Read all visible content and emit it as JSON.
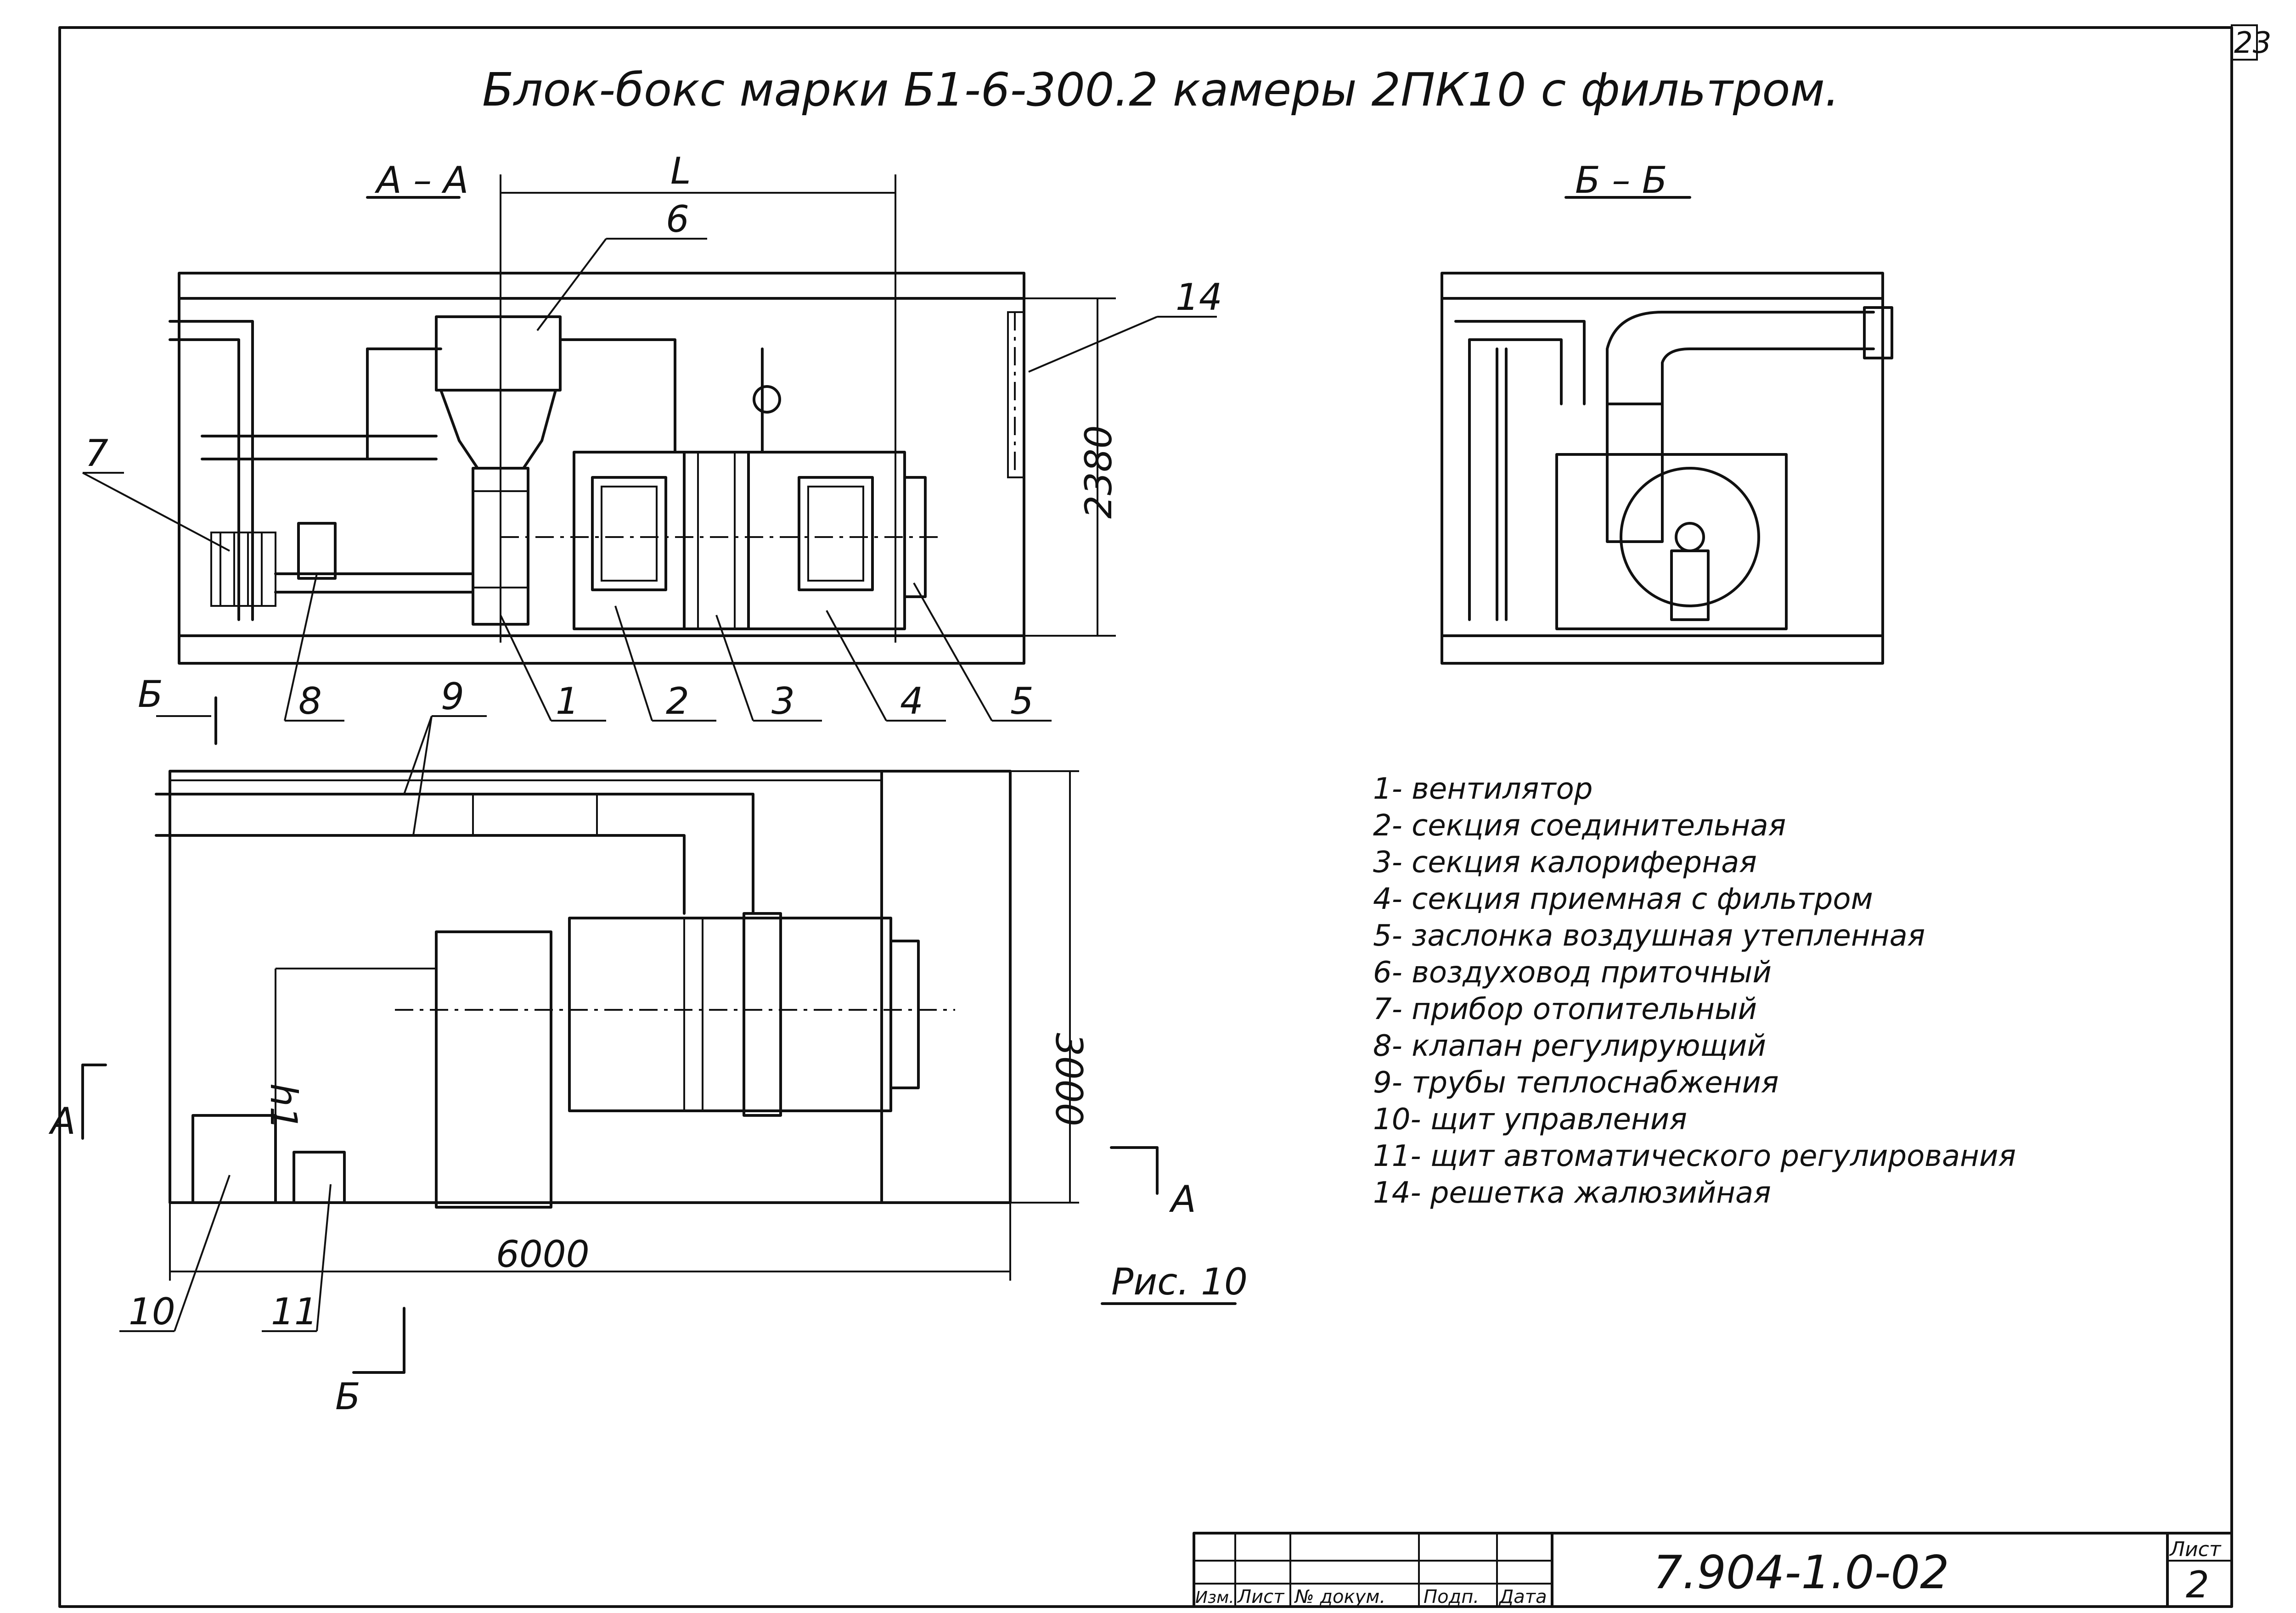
{
  "sheet_corner": "23",
  "title": "Блок-бокс марки Б1-6-300.2 камеры 2ПК10 с фильтром.",
  "section_aa": "А – А",
  "section_bb": "Б – Б",
  "dim_L": "L",
  "dim_2380": "2380",
  "dim_3000": "3000",
  "dim_6000": "6000",
  "dim_h1": "h1",
  "callouts": [
    "1",
    "2",
    "3",
    "4",
    "5",
    "6",
    "7",
    "8",
    "9",
    "10",
    "11",
    "14"
  ],
  "cut_markers": {
    "b_top": "Б",
    "a_left": "А",
    "a_right": "А",
    "b_bottom": "Б"
  },
  "figure_caption": "Рис. 10",
  "legend": [
    "1- вентилятор",
    "2- секция соединительная",
    "3- секция калориферная",
    "4- секция приемная с фильтром",
    "5- заслонка воздушная утепленная",
    "6- воздуховод приточный",
    "7- прибор отопительный",
    "8- клапан регулирующий",
    "9- трубы теплоснабжения",
    "10- щит управления",
    "11- щит автоматического регулирования",
    "14- решетка жалюзийная"
  ],
  "title_block": {
    "headers": [
      "Изм.",
      "Лист",
      "№ докум.",
      "Подп.",
      "Дата"
    ],
    "doc_number": "7.904-1.0-02",
    "sheet_label": "Лист",
    "sheet_number": "2"
  }
}
